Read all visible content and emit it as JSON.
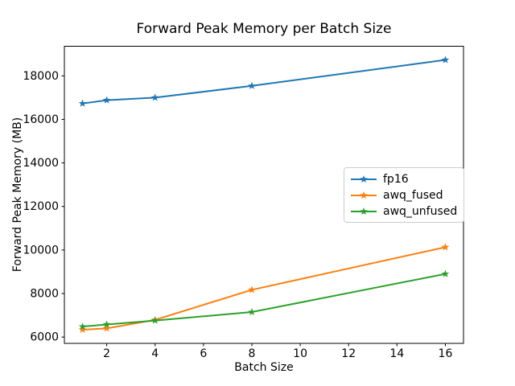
{
  "figure": {
    "background": "#ffffff"
  },
  "chart_data": {
    "type": "line",
    "title": "Forward Peak Memory per Batch Size",
    "xlabel": "Batch Size",
    "ylabel": "Forward Peak Memory (MB)",
    "x": [
      1,
      2,
      4,
      8,
      16
    ],
    "series": [
      {
        "name": "fp16",
        "color": "#1f77b4",
        "marker": "star",
        "values": [
          16730,
          16880,
          17000,
          17540,
          18730
        ]
      },
      {
        "name": "awq_fused",
        "color": "#ff7f0e",
        "marker": "star",
        "values": [
          6340,
          6400,
          6790,
          8170,
          10130
        ]
      },
      {
        "name": "awq_unfused",
        "color": "#2ca02c",
        "marker": "star",
        "values": [
          6480,
          6580,
          6760,
          7150,
          8900
        ]
      }
    ],
    "xtick_labels": [
      "2",
      "4",
      "6",
      "8",
      "10",
      "12",
      "14",
      "16"
    ],
    "xtick_values": [
      2,
      4,
      6,
      8,
      10,
      12,
      14,
      16
    ],
    "ytick_labels": [
      "6000",
      "8000",
      "10000",
      "12000",
      "14000",
      "16000",
      "18000"
    ],
    "ytick_values": [
      6000,
      8000,
      10000,
      12000,
      14000,
      16000,
      18000
    ],
    "xlim": [
      0.25,
      16.75
    ],
    "ylim": [
      5710,
      19360
    ],
    "grid": false,
    "axis_color": "#000000",
    "text_color": "#000000",
    "legend": {
      "position": "center right",
      "entries": [
        "fp16",
        "awq_fused",
        "awq_unfused"
      ],
      "border_color": "#cccccc",
      "background": "#ffffff"
    }
  }
}
